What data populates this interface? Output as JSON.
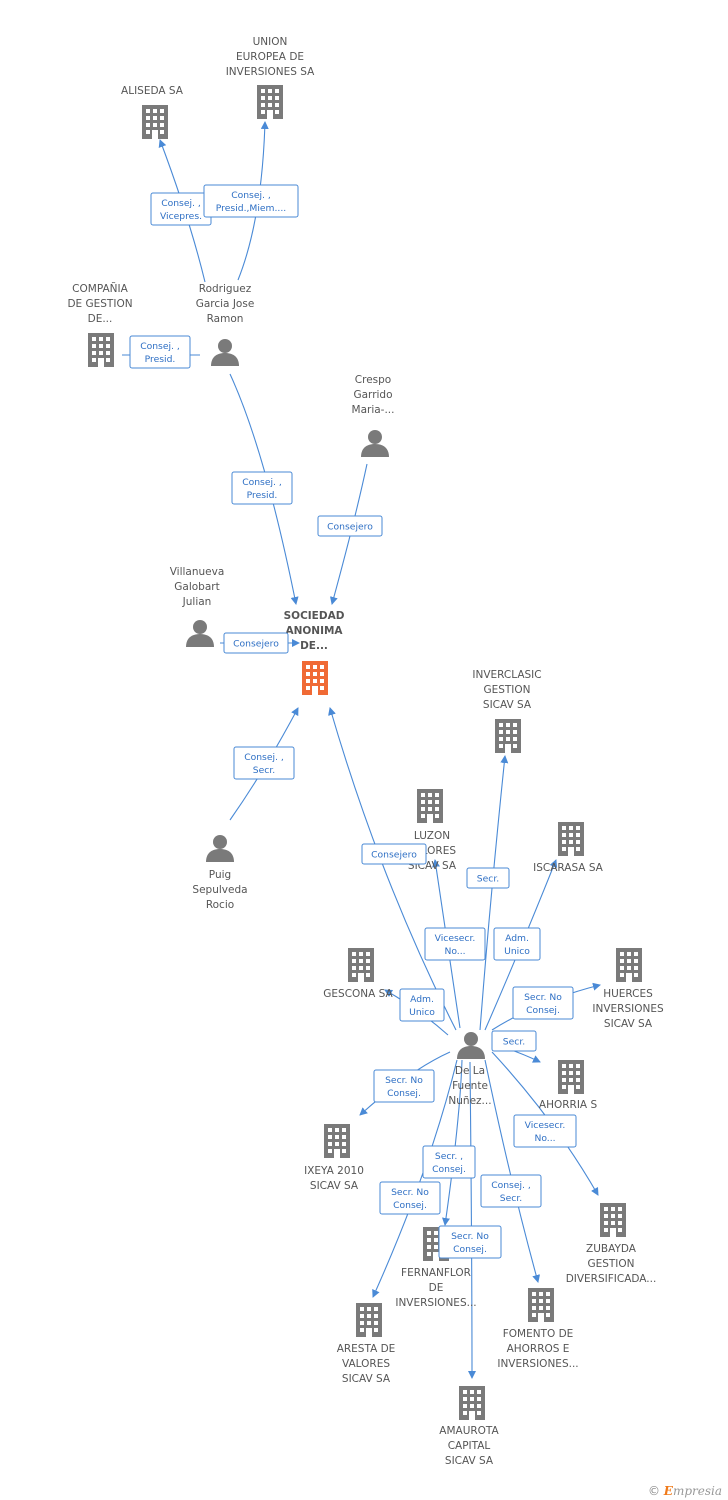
{
  "colors": {
    "edge": "#4a8ad6",
    "node": "#7a7a7a",
    "main_node": "#f06a35",
    "label": "#555555"
  },
  "nodes": [
    {
      "id": "union",
      "type": "company",
      "lines": [
        "UNION",
        "EUROPEA DE",
        "INVERSIONES SA"
      ]
    },
    {
      "id": "aliseda",
      "type": "company",
      "lines": [
        "ALISEDA SA"
      ]
    },
    {
      "id": "compania",
      "type": "company",
      "lines": [
        "COMPAÑIA",
        "DE GESTION",
        "DE..."
      ]
    },
    {
      "id": "rodriguez",
      "type": "person",
      "lines": [
        "Rodriguez",
        "Garcia Jose",
        "Ramon"
      ]
    },
    {
      "id": "crespo",
      "type": "person",
      "lines": [
        "Crespo",
        "Garrido",
        "Maria-..."
      ]
    },
    {
      "id": "villanueva",
      "type": "person",
      "lines": [
        "Villanueva",
        "Galobart",
        "Julian"
      ]
    },
    {
      "id": "main",
      "type": "main",
      "lines": [
        "SOCIEDAD",
        "ANONIMA",
        "DE..."
      ]
    },
    {
      "id": "inverclasic",
      "type": "company",
      "lines": [
        "INVERCLASIC",
        "GESTION",
        "SICAV SA"
      ]
    },
    {
      "id": "luzon",
      "type": "company",
      "lines": [
        "LUZON",
        "VALORES",
        "SICAV SA"
      ]
    },
    {
      "id": "iscarasa",
      "type": "company",
      "lines": [
        "ISCARASA SA"
      ]
    },
    {
      "id": "puig",
      "type": "person",
      "lines": [
        "Puig",
        "Sepulveda",
        "Rocio"
      ]
    },
    {
      "id": "gescona",
      "type": "company",
      "lines": [
        "GESCONA SA"
      ]
    },
    {
      "id": "huerces",
      "type": "company",
      "lines": [
        "HUERCES",
        "INVERSIONES",
        "SICAV SA"
      ]
    },
    {
      "id": "delafuente",
      "type": "person",
      "lines": [
        "De La",
        "Fuente",
        "Nuñez..."
      ]
    },
    {
      "id": "ahorria",
      "type": "company",
      "lines": [
        "AHORRIA S",
        "SA"
      ]
    },
    {
      "id": "ixeya",
      "type": "company",
      "lines": [
        "IXEYA 2010",
        "SICAV SA"
      ]
    },
    {
      "id": "zubayda",
      "type": "company",
      "lines": [
        "ZUBAYDA",
        "GESTION",
        "DIVERSIFICADA..."
      ]
    },
    {
      "id": "fernanflor",
      "type": "company",
      "lines": [
        "FERNANFLOR",
        "DE",
        "INVERSIONES..."
      ]
    },
    {
      "id": "fomento",
      "type": "company",
      "lines": [
        "FOMENTO DE",
        "AHORROS E",
        "INVERSIONES..."
      ]
    },
    {
      "id": "aresta",
      "type": "company",
      "lines": [
        "ARESTA DE",
        "VALORES",
        "SICAV SA"
      ]
    },
    {
      "id": "amaurota",
      "type": "company",
      "lines": [
        "AMAUROTA",
        "CAPITAL",
        "SICAV SA"
      ]
    }
  ],
  "edges": [
    {
      "from": "rodriguez",
      "to": "aliseda",
      "label": [
        "Consej. ,",
        "Vicepres."
      ]
    },
    {
      "from": "rodriguez",
      "to": "union",
      "label": [
        "Consej. ,",
        "Presid.,Miem...."
      ]
    },
    {
      "from": "rodriguez",
      "to": "compania",
      "label": [
        "Consej. ,",
        "Presid."
      ]
    },
    {
      "from": "rodriguez",
      "to": "main",
      "label": [
        "Consej. ,",
        "Presid."
      ]
    },
    {
      "from": "crespo",
      "to": "main",
      "label": [
        "Consejero"
      ]
    },
    {
      "from": "villanueva",
      "to": "main",
      "label": [
        "Consejero"
      ]
    },
    {
      "from": "puig",
      "to": "main",
      "label": [
        "Consej. ,",
        "Secr."
      ]
    },
    {
      "from": "delafuente",
      "to": "main",
      "label": [
        "Consejero"
      ]
    },
    {
      "from": "delafuente",
      "to": "inverclasic",
      "label": [
        "Secr."
      ]
    },
    {
      "from": "delafuente",
      "to": "luzon",
      "label": [
        "Vicesecr.",
        "No..."
      ]
    },
    {
      "from": "delafuente",
      "to": "iscarasa",
      "label": [
        "Adm.",
        "Unico"
      ]
    },
    {
      "from": "delafuente",
      "to": "gescona",
      "label": [
        "Adm.",
        "Unico"
      ]
    },
    {
      "from": "delafuente",
      "to": "huerces",
      "label": [
        "Secr. No",
        "Consej."
      ]
    },
    {
      "from": "delafuente",
      "to": "ahorria",
      "label": [
        "Secr."
      ]
    },
    {
      "from": "delafuente",
      "to": "ixeya",
      "label": [
        "Secr. No",
        "Consej."
      ]
    },
    {
      "from": "delafuente",
      "to": "zubayda",
      "label": [
        "Vicesecr.",
        "No..."
      ]
    },
    {
      "from": "delafuente",
      "to": "fernanflor",
      "label": [
        "Secr. ,",
        "Consej."
      ]
    },
    {
      "from": "delafuente",
      "to": "fomento",
      "label": [
        "Consej. ,",
        "Secr."
      ]
    },
    {
      "from": "delafuente",
      "to": "aresta",
      "label": [
        "Secr. No",
        "Consej."
      ]
    },
    {
      "from": "delafuente",
      "to": "amaurota",
      "label": [
        "Secr. No",
        "Consej."
      ]
    }
  ],
  "footer": {
    "copyright": "©",
    "brand_initial": "E",
    "brand_rest": "mpresia"
  }
}
